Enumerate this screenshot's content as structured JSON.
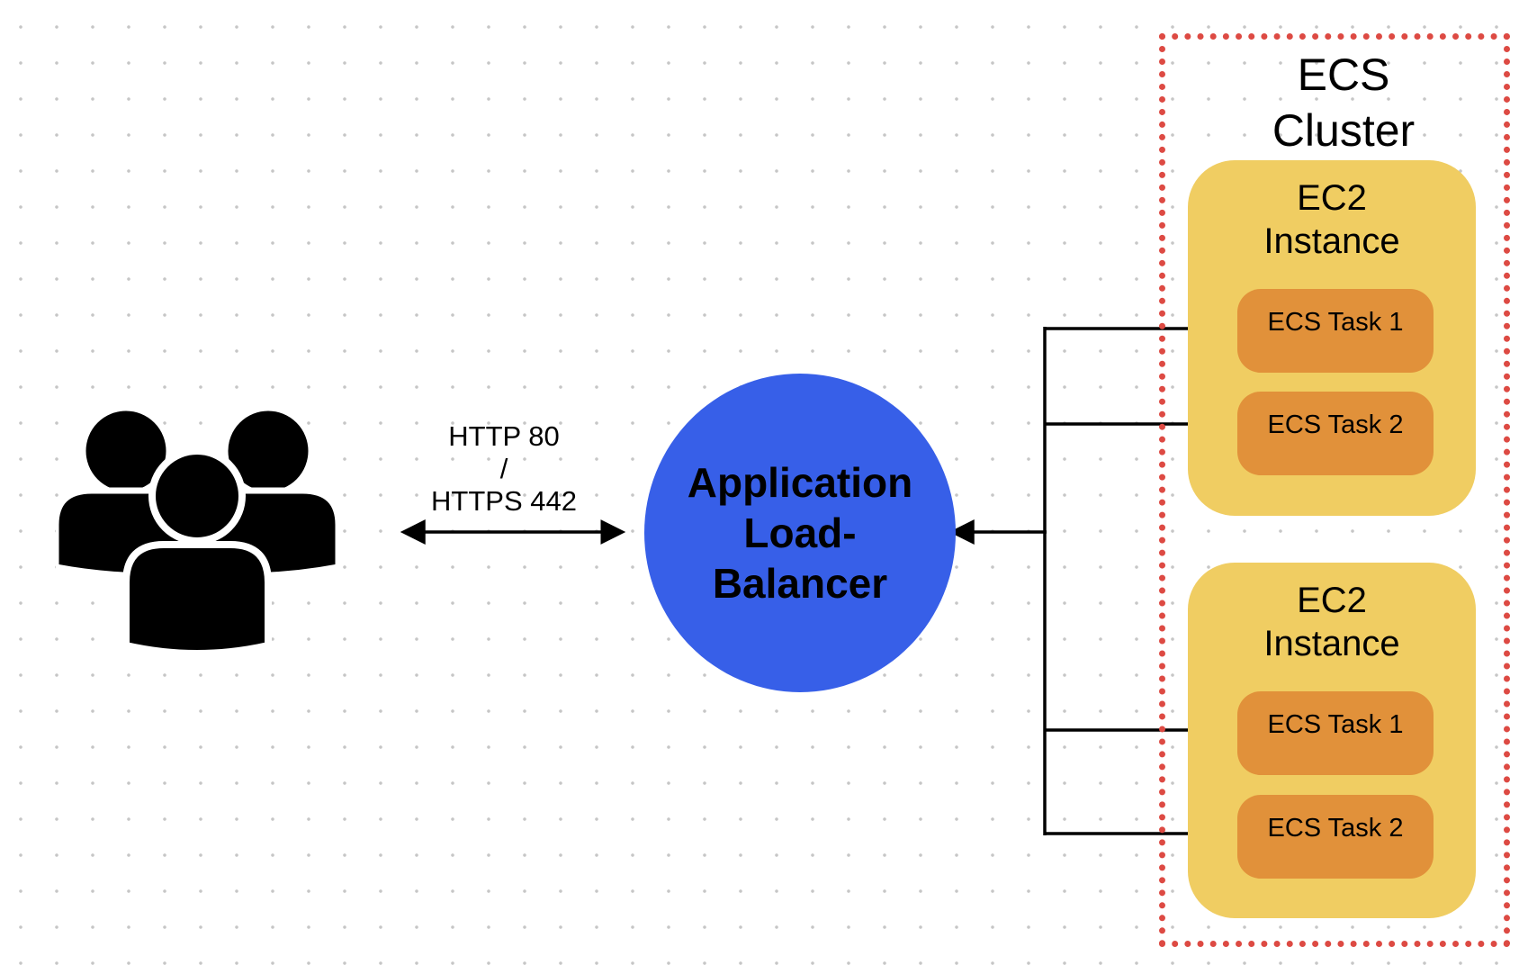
{
  "users": {
    "icon": "users-group-icon"
  },
  "connection": {
    "protocol_label": "HTTP 80\n/\nHTTPS 442"
  },
  "load_balancer": {
    "label": "Application\nLoad-\nBalancer",
    "color": "#375fe8"
  },
  "cluster": {
    "title": "ECS\nCluster",
    "border_color": "#dd4a43",
    "instances": [
      {
        "title": "EC2\nInstance",
        "tasks": [
          {
            "label": "ECS Task 1"
          },
          {
            "label": "ECS Task 2"
          }
        ]
      },
      {
        "title": "EC2\nInstance",
        "tasks": [
          {
            "label": "ECS Task 1"
          },
          {
            "label": "ECS Task 2"
          }
        ]
      }
    ]
  },
  "colors": {
    "instance": "#f0cd62",
    "task": "#e1913a"
  }
}
